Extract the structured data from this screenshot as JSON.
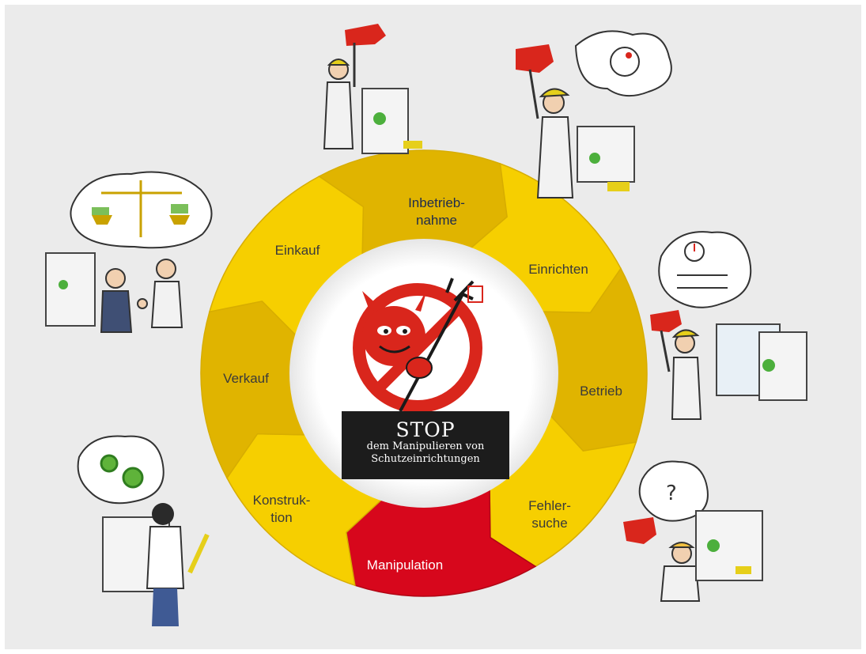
{
  "cycle": {
    "segments": [
      {
        "id": "inbetriebnahme",
        "lines": [
          "Inbetrieb-",
          "nahme"
        ]
      },
      {
        "id": "einrichten",
        "lines": [
          "Einrichten"
        ]
      },
      {
        "id": "betrieb",
        "lines": [
          "Betrieb"
        ]
      },
      {
        "id": "fehlersuche",
        "lines": [
          "Fehler-",
          "suche"
        ]
      },
      {
        "id": "manipulation",
        "lines": [
          "Manipulation"
        ]
      },
      {
        "id": "konstruktion",
        "lines": [
          "Konstruk-",
          "tion"
        ]
      },
      {
        "id": "verkauf",
        "lines": [
          "Verkauf"
        ]
      },
      {
        "id": "einkauf",
        "lines": [
          "Einkauf"
        ]
      }
    ]
  },
  "stop_sign": {
    "title": "STOP",
    "line1": "dem Manipulieren von",
    "line2": "Schutzeinrichtungen"
  },
  "colors": {
    "background": "#ebebeb",
    "ring_yellow": "#f6cf00",
    "ring_yellow_dark": "#e0b400",
    "manipulation_red": "#d7071c",
    "devil_red": "#d9261c",
    "stop_box": "#1c1c1c"
  },
  "icons": [
    "stop-devil-icon",
    "worker-flag-commissioning-icon",
    "worker-setup-icon",
    "worker-operation-clock-icon",
    "worker-troubleshooting-question-icon",
    "engineer-gears-design-icon",
    "handshake-sale-icon",
    "scales-purchase-icon"
  ]
}
